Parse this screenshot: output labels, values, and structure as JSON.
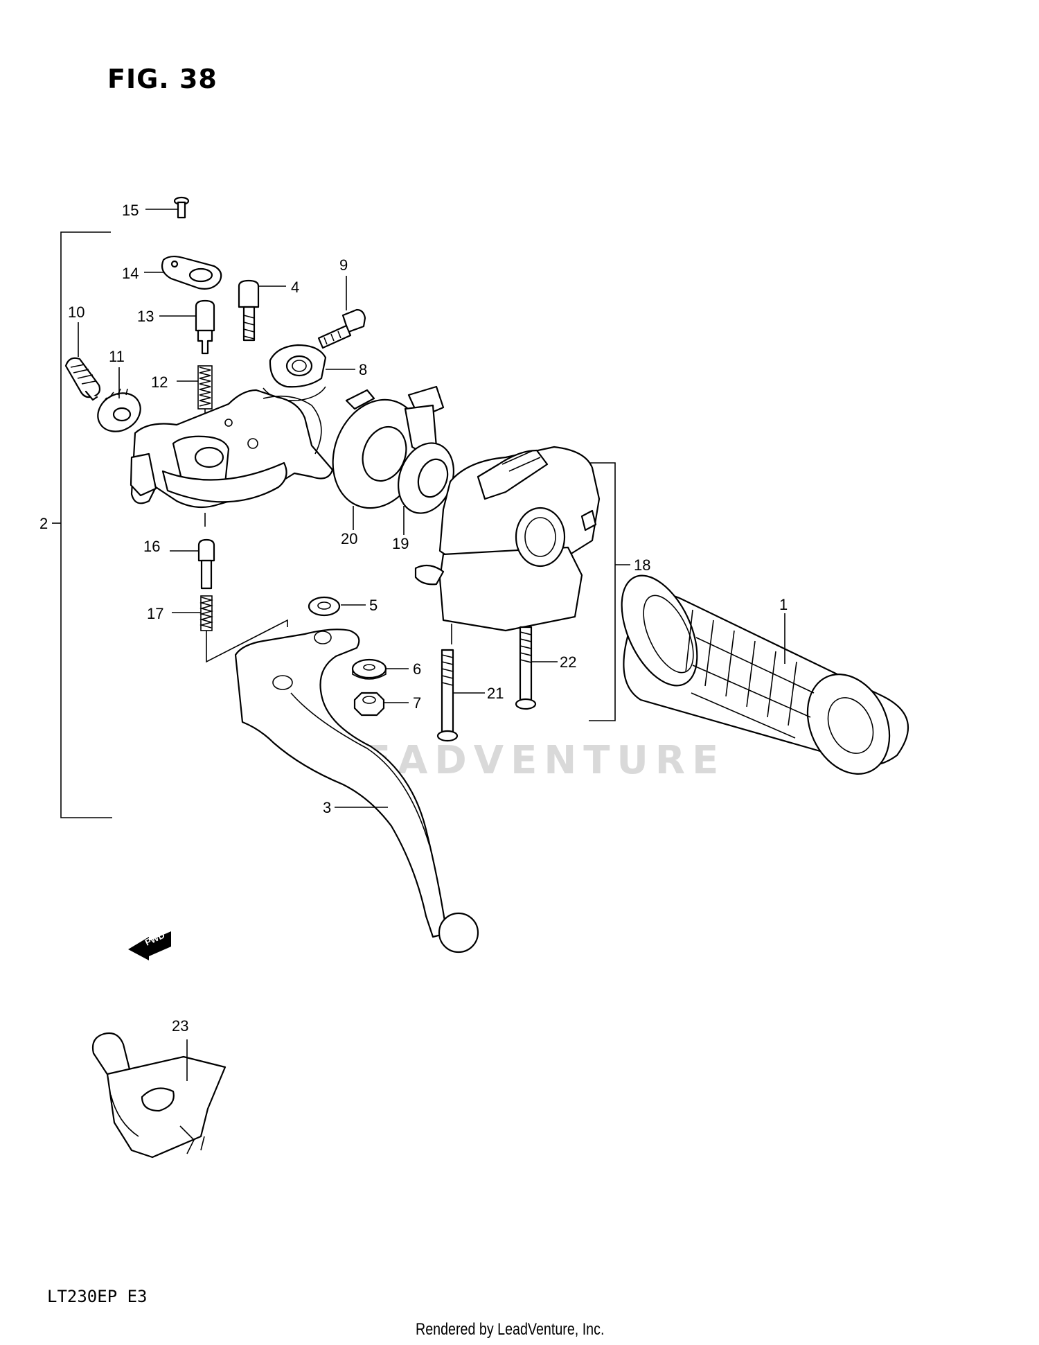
{
  "figure": {
    "title": "FIG. 38",
    "model": "LT230EP  E3",
    "footer": "Rendered by LeadVenture, Inc.",
    "watermark": "LEADVENTURE",
    "direction_label": "FWD"
  },
  "callouts": {
    "c1": "1",
    "c2": "2",
    "c3": "3",
    "c4": "4",
    "c5": "5",
    "c6": "6",
    "c7": "7",
    "c8": "8",
    "c9": "9",
    "c10": "10",
    "c11": "11",
    "c12": "12",
    "c13": "13",
    "c14": "14",
    "c15": "15",
    "c16": "16",
    "c17": "17",
    "c18": "18",
    "c19": "19",
    "c20": "20",
    "c21": "21",
    "c22": "22",
    "c23": "23"
  }
}
